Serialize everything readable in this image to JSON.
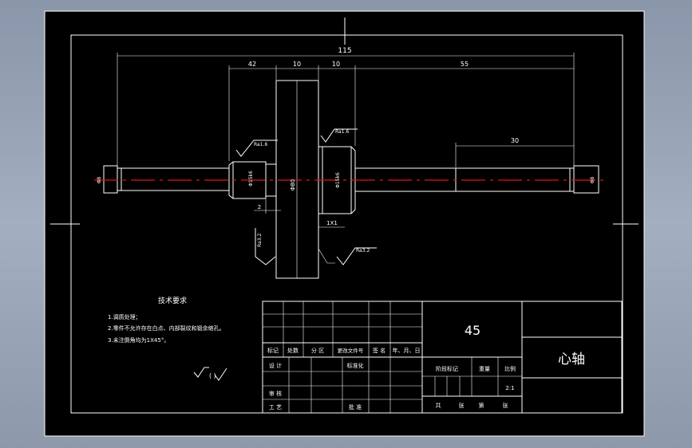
{
  "dimensions": {
    "total_length": "115",
    "d1": "42",
    "d2": "10",
    "d3": "10",
    "d4": "55",
    "d5": "30",
    "phi_main": "Φ80",
    "chamfer_dim": "1X1",
    "step_small": "2",
    "left_end_dia": "Φ8",
    "right_end_dia": "Φ8",
    "bearing_left_dia": "Φ15k6",
    "bearing_right_dia": "Φ15k6"
  },
  "roughness": {
    "r1": "Ra1.6",
    "r2": "Ra1.6",
    "r3": "Ra3.2",
    "r4": "Ra3.2"
  },
  "notes": {
    "heading": "技术要求",
    "line1": "1.调质处理；",
    "line2": "2.零件不允许存在白点、内部裂纹和锻余缩孔。",
    "line3": "3.未注倒角均为1X45°。",
    "symbol_rest": "(   )"
  },
  "title_block": {
    "material": "45",
    "part_name": "心轴",
    "h_biaoji": "标记",
    "h_chushu": "处数",
    "h_fenqu": "分 区",
    "h_gengai": "更改文件号",
    "h_qianming": "签 名",
    "h_date": "年、月、日",
    "sheji": "设 计",
    "biaozhunhua": "标准化",
    "shenhe": "审 核",
    "gongyi": "工 艺",
    "pizhun": "批 准",
    "jieduan": "阶段标记",
    "zhongliang": "重量",
    "bili": "比例",
    "scale_value": "2:1",
    "gong": "共",
    "zhang1": "张",
    "di": "第",
    "zhang2": "张"
  }
}
